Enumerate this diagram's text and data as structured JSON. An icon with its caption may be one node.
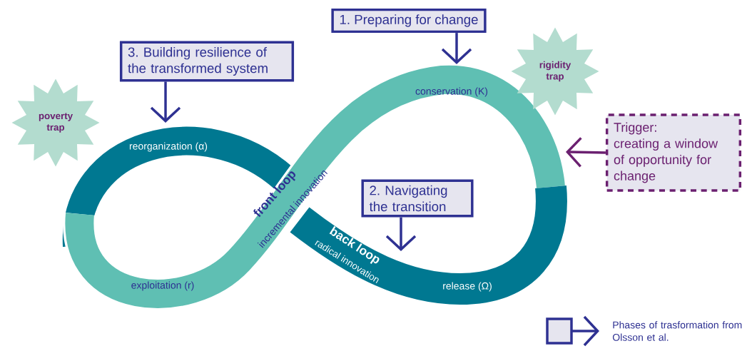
{
  "diagram": {
    "nodes": [
      {
        "text": [
          "1. Preparing for change"
        ]
      },
      {
        "text": [
          "3. Building resilience of the transformed system"
        ]
      },
      {
        "text": [
          "rigidity trap"
        ]
      },
      {
        "text": [
          "poverty trap"
        ]
      },
      {
        "text": [
          "Trigger:",
          "creating a window of opportunity for change"
        ]
      },
      {
        "text": [
          "2. Navigating the transition"
        ]
      }
    ],
    "edges": [
      {
        "from": 0,
        "to": null,
        "arrow": "to"
      },
      {
        "from": 1,
        "to": null,
        "arrow": "to"
      },
      {
        "from": 4,
        "to": null,
        "arrow": "to"
      },
      {
        "from": 5,
        "to": null,
        "arrow": "to"
      }
    ],
    "labels": [
      "conservation (K)",
      "reorganization (α)",
      "front loop",
      "incremental innovation",
      "back loop",
      "radical innovation",
      "exploitation (r)",
      "release (Ω)"
    ],
    "legend": [
      {
        "text": "Phases of trasformation from Olsson et al."
      }
    ]
  }
}
